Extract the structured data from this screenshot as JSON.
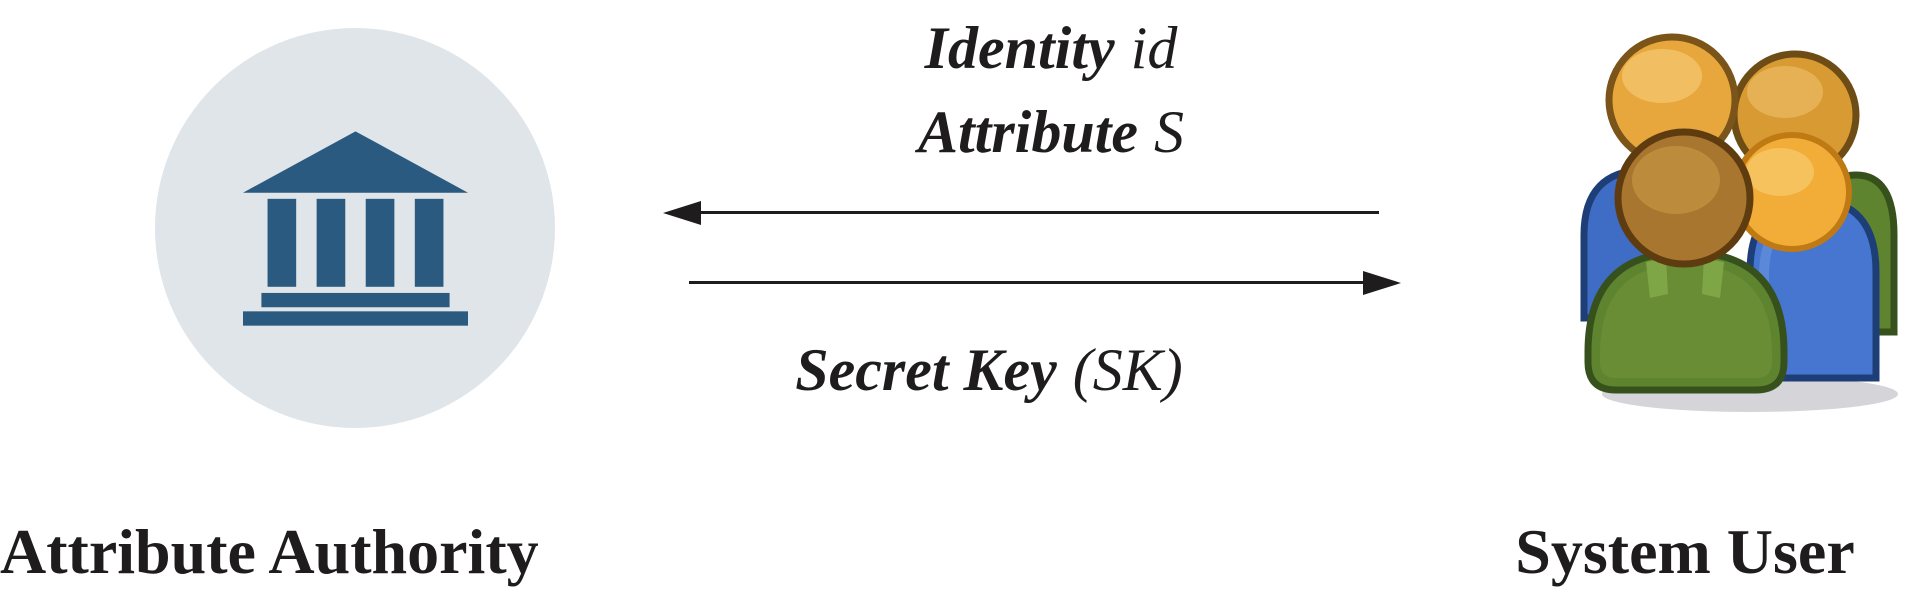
{
  "figure": {
    "left_entity": {
      "label": "Attribute Authority",
      "icon": "bank-icon"
    },
    "right_entity": {
      "label": "System User",
      "icon": "users-icon"
    },
    "messages": {
      "to_left": {
        "line1": {
          "keyword": "Identity",
          "variable": "id"
        },
        "line2": {
          "keyword": "Attribute",
          "variable": "S"
        }
      },
      "to_right": {
        "keyword": "Secret Key",
        "variable": "(SK)"
      }
    },
    "colors": {
      "bank_blue": "#2a5a80",
      "circle_bg": "#dfe5e9",
      "ink": "#1f1c1d",
      "user_green": "#5f8430",
      "user_blue": "#4676d0",
      "user_orange": "#e8a73d"
    }
  }
}
